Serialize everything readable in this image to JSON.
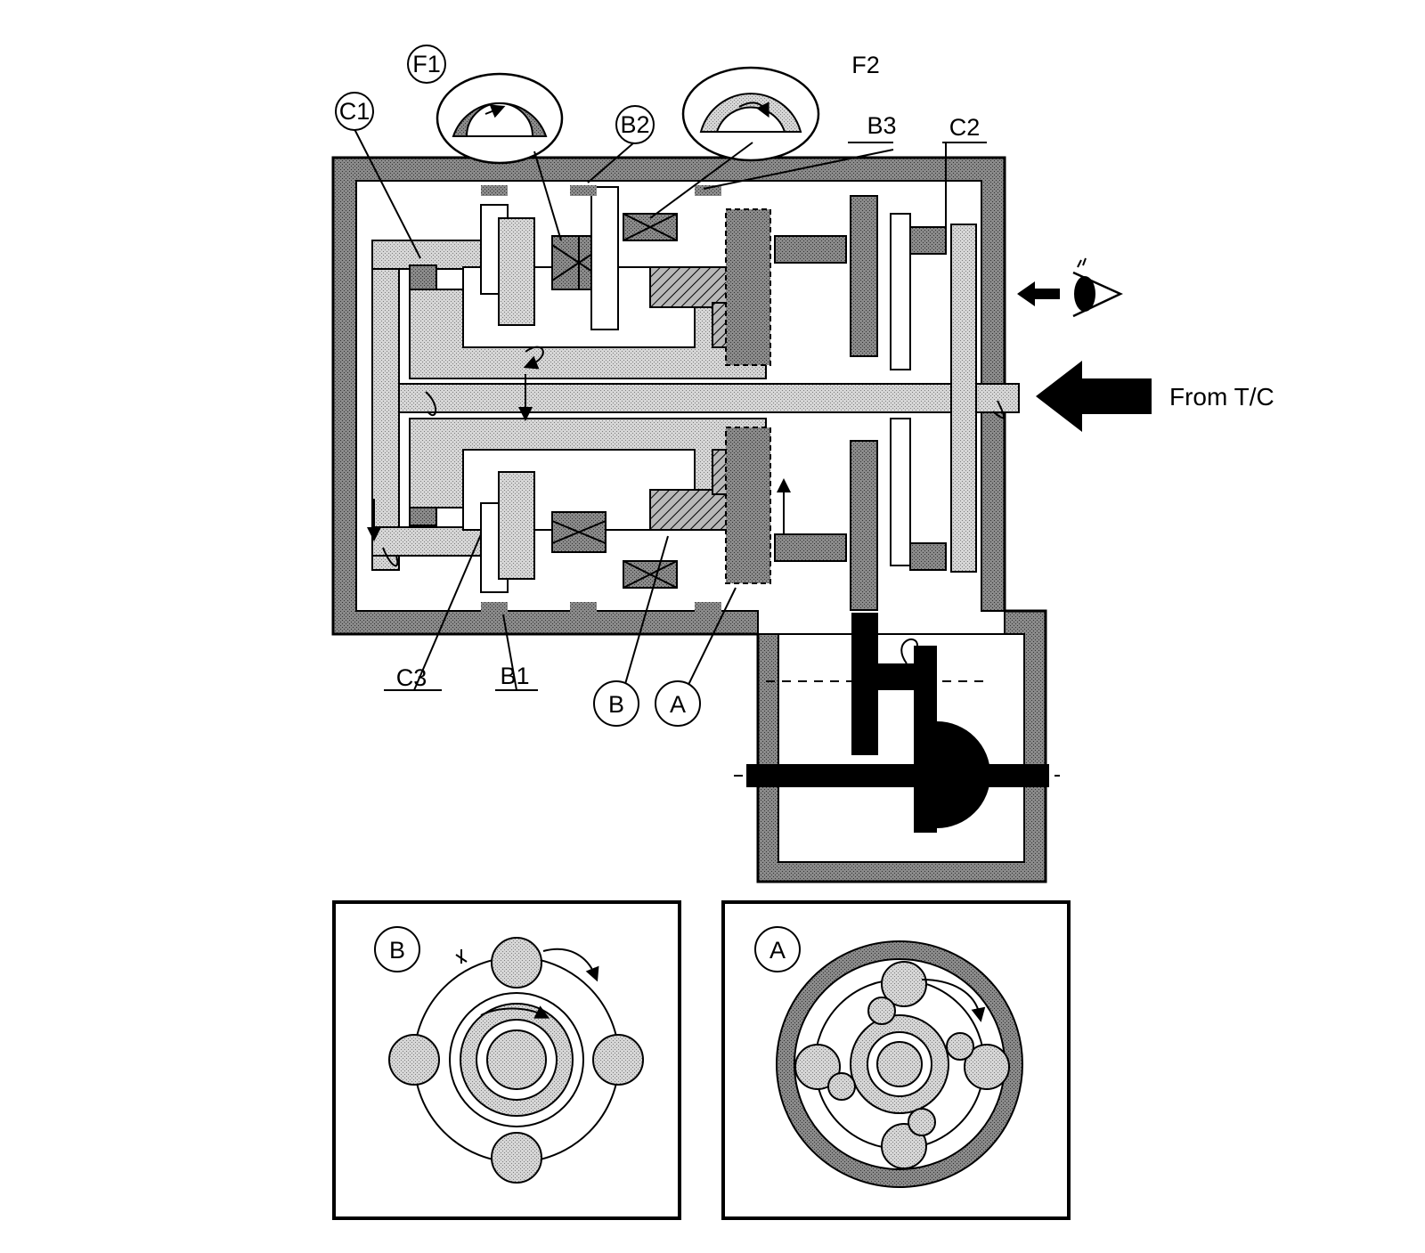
{
  "labels": {
    "c1": "C1",
    "f1": "F1",
    "b2": "B2",
    "f2": "F2",
    "b3": "B3",
    "c2": "C2",
    "c3": "C3",
    "b1": "B1",
    "b": "B",
    "a": "A",
    "from_tc": "From T/C"
  },
  "insets": {
    "left_label": "B",
    "right_label": "A"
  },
  "colors": {
    "line": "#000000",
    "shade_light": "#bdbdbd",
    "shade_dark": "#7a7a7a",
    "background": "#ffffff"
  },
  "icons": {
    "eye": "eye-icon",
    "input_arrow": "arrow-left-icon"
  }
}
